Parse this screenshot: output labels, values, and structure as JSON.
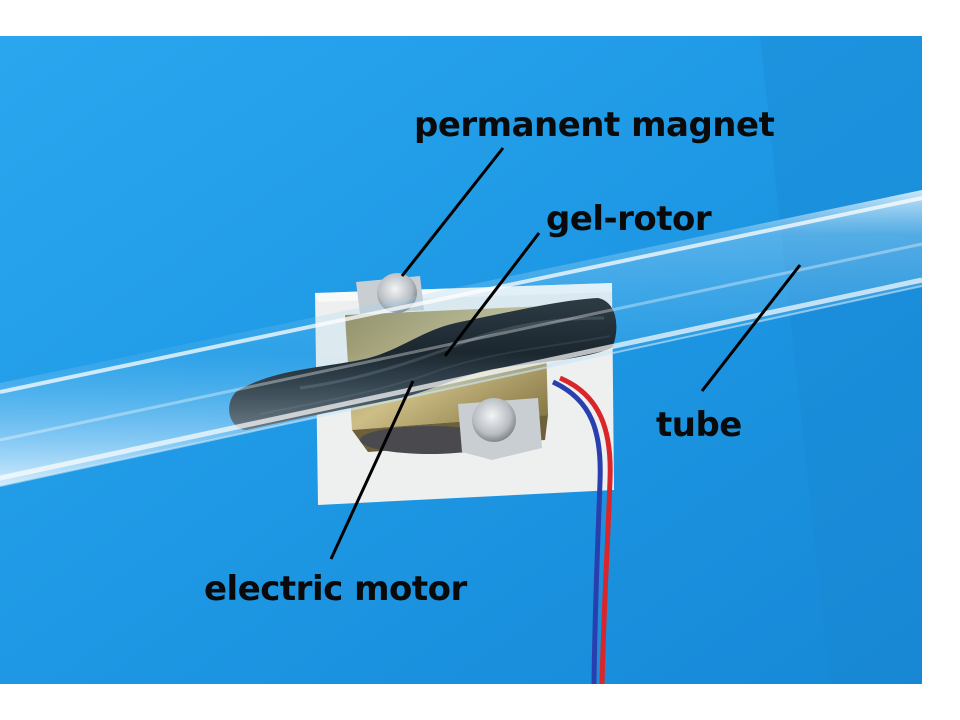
{
  "labels": {
    "permanent_magnet": "permanent magnet",
    "gel_rotor": "gel-rotor",
    "tube": "tube",
    "electric_motor": "electric motor"
  },
  "colors": {
    "background_blue": "#1e9ae6",
    "mount_white": "#eef0ef",
    "rotor_black": "#0b0b0d",
    "motor_gold": "#b6a36a",
    "magnet_silver": "#c9cdd1",
    "wire_red": "#d8262a",
    "wire_blue": "#2a3fae",
    "label_text": "#0a0a0a"
  }
}
